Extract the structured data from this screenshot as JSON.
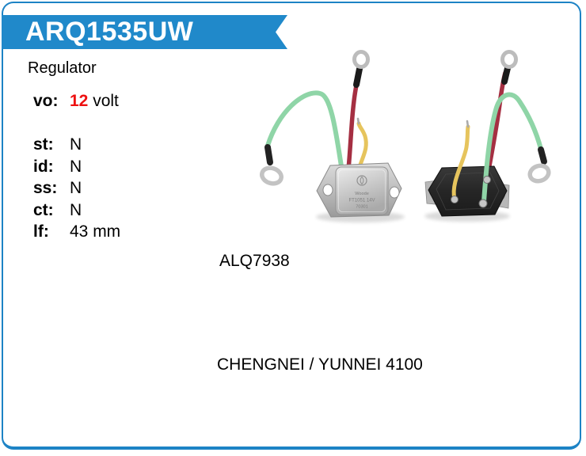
{
  "header": {
    "part_number": "ARQ1535UW",
    "product_type": "Regulator"
  },
  "specs": {
    "voltage": {
      "label": "vo:",
      "value": "12",
      "unit": "volt"
    },
    "rows": [
      {
        "label": "st:",
        "value": "N"
      },
      {
        "label": "id:",
        "value": "N"
      },
      {
        "label": "ss:",
        "value": "N"
      },
      {
        "label": "ct:",
        "value": "N"
      },
      {
        "label": "lf:",
        "value": "43 mm"
      }
    ]
  },
  "references": {
    "oem_number": "ALQ7938",
    "application": "CHENGNEI / YUNNEI 4100"
  },
  "photo": {
    "engraving": {
      "brand": "Woode",
      "model": "FT1051 14V",
      "code": "70301"
    },
    "wire_colors": {
      "green": "#8fd5a7",
      "red": "#a52f42",
      "yellow": "#e6c45d"
    }
  },
  "colors": {
    "accent_blue": "#2089ca",
    "border_blue": "#1d83c5",
    "value_red": "#ee1010",
    "text_black": "#000000"
  }
}
